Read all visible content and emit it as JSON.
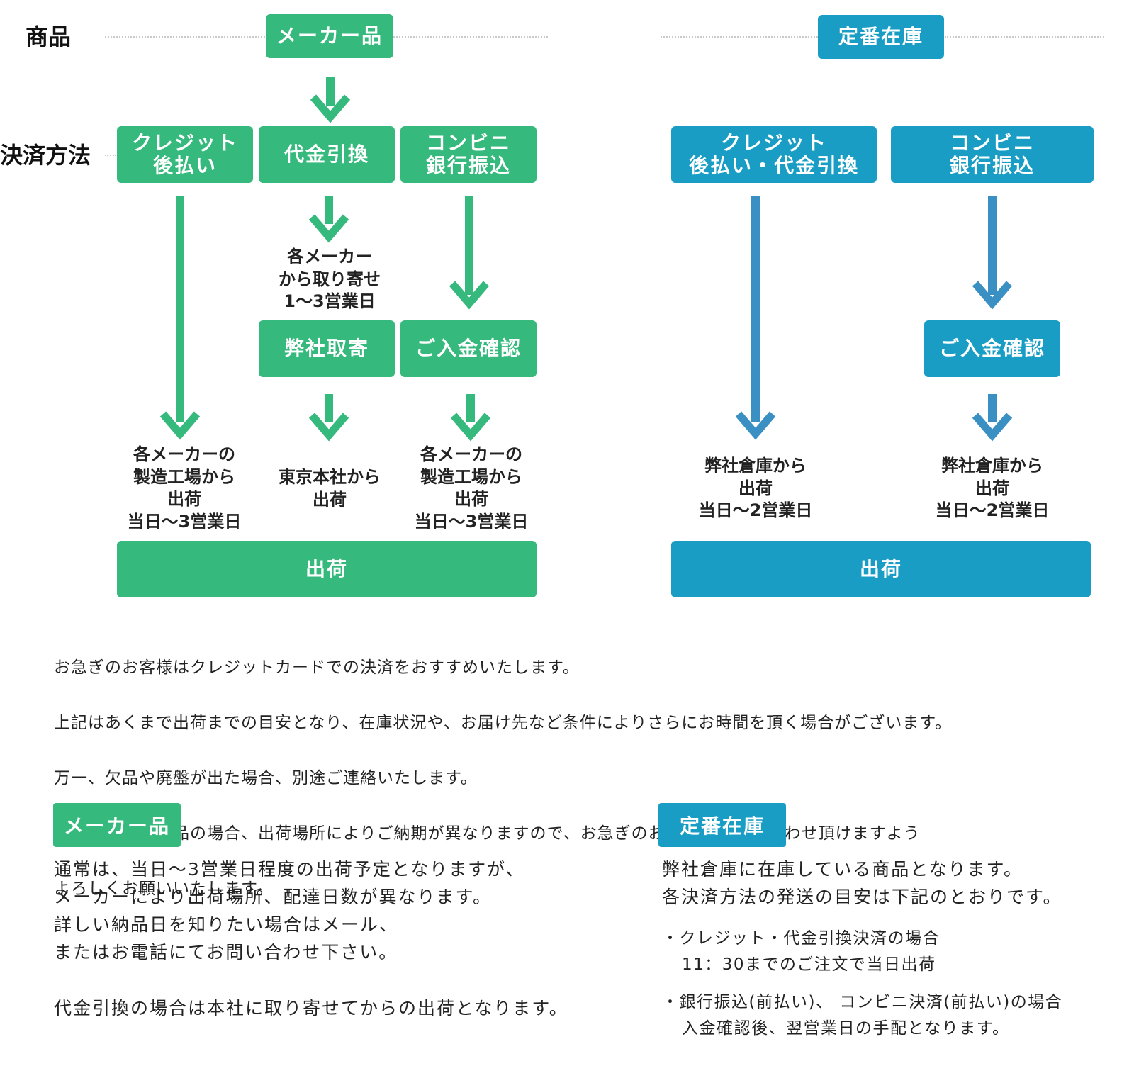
{
  "colors": {
    "green": "#36b97d",
    "blue": "#1a9dc4",
    "arrow_blue": "#3a8fc3"
  },
  "labels": {
    "product": "商品",
    "payment": "決済方法"
  },
  "maker_flow": {
    "product": "メーカー品",
    "methods": [
      "クレジット\n後払い",
      "代金引換",
      "コンビニ\n銀行振込"
    ],
    "order_note": "各メーカー\nから取り寄せ\n1〜3営業日",
    "step_order": "弊社取寄",
    "step_payment": "ご入金確認",
    "ship_notes": [
      "各メーカーの\n製造工場から\n出荷\n当日〜3営業日",
      "東京本社から\n出荷",
      "各メーカーの\n製造工場から\n出荷\n当日〜3営業日"
    ],
    "shipping": "出荷"
  },
  "stock_flow": {
    "product": "定番在庫",
    "methods": [
      "クレジット\n後払い・代金引換",
      "コンビニ\n銀行振込"
    ],
    "step_payment": "ご入金確認",
    "ship_notes": [
      "弊社倉庫から\n出荷\n当日〜2営業日",
      "弊社倉庫から\n出荷\n当日〜2営業日"
    ],
    "shipping": "出荷"
  },
  "notice": {
    "lines": [
      "お急ぎのお客様はクレジットカードでの決済をおすすめいたします。",
      "上記はあくまで出荷までの目安となり、在庫状況や、お届け先など条件によりさらにお時間を頂く場合がございます。",
      "万一、欠品や廃盤が出た場合、別途ご連絡いたします。",
      "また、メーカー品の場合、出荷場所によりご納期が異なりますので、お急ぎのお客様はお問い合わせ頂けますよう",
      "よろしくお願いいたします。"
    ]
  },
  "maker_section": {
    "tag": "メーカー品",
    "lines": [
      "通常は、当日〜3営業日程度の出荷予定となりますが、",
      "メーカーにより出荷場所、配達日数が異なります。",
      "詳しい納品日を知りたい場合はメール、",
      "またはお電話にてお問い合わせ下さい。"
    ],
    "cod_note": "代金引換の場合は本社に取り寄せてからの出荷となります。"
  },
  "stock_section": {
    "tag": "定番在庫",
    "lines": [
      "弊社倉庫に在庫している商品となります。",
      "各決済方法の発送の目安は下記のとおりです。"
    ],
    "bullets": [
      {
        "title": "・クレジット・代金引換決済の場合",
        "detail": "11：30までのご注文で当日出荷"
      },
      {
        "title": "・銀行振込(前払い)、 コンビニ決済(前払い)の場合",
        "detail": "入金確認後、翌営業日の手配となります。"
      }
    ]
  }
}
